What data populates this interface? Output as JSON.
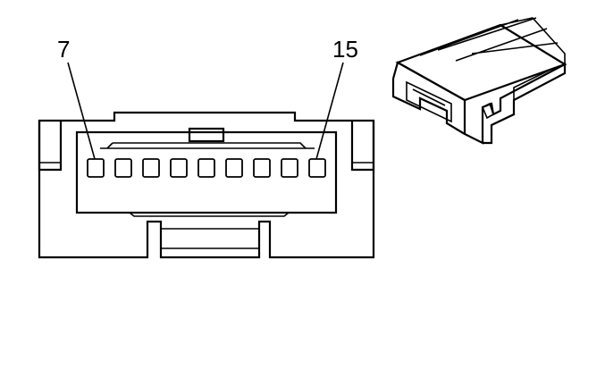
{
  "labels": {
    "left_pin": "7",
    "right_pin": "15"
  },
  "connector": {
    "cavity_count": 9
  }
}
